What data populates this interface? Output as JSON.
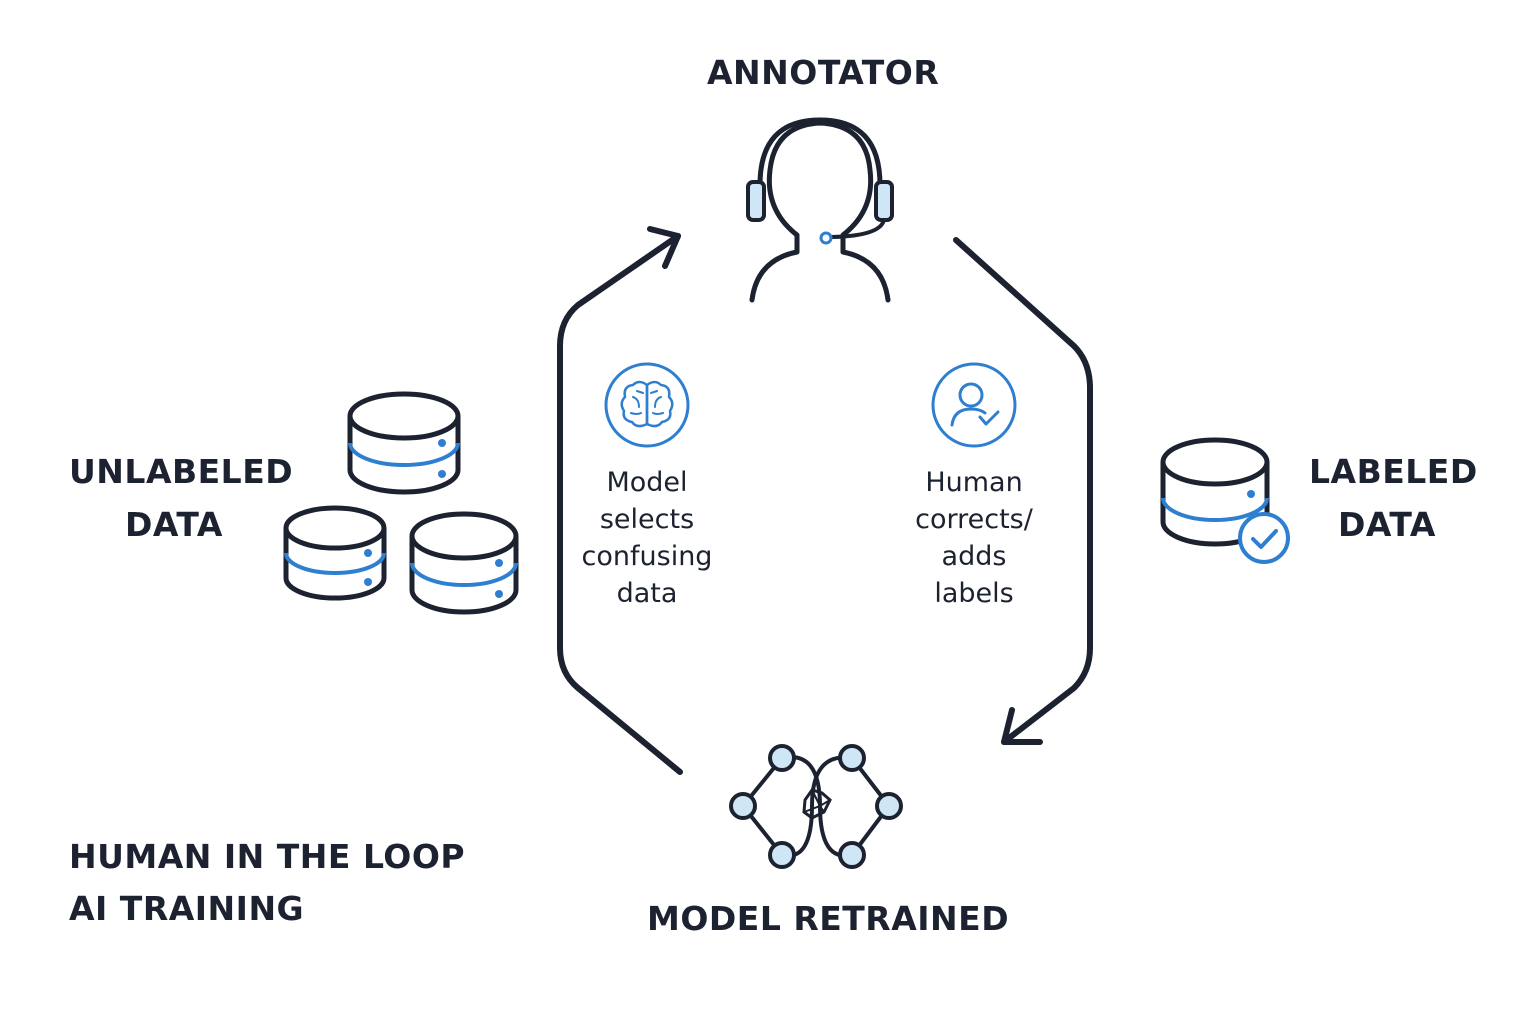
{
  "diagram": {
    "nodes": {
      "annotator": {
        "label": "ANNOTATOR"
      },
      "unlabeled_data": {
        "label_line1": "UNLABELED",
        "label_line2": "DATA"
      },
      "labeled_data": {
        "label_line1": "LABELED",
        "label_line2": "DATA"
      },
      "model_retrained": {
        "label": "MODEL RETRAINED"
      }
    },
    "steps": {
      "model_selects": {
        "lines": [
          "Model",
          "selects",
          "confusing",
          "data"
        ],
        "icon": "brain-icon"
      },
      "human_corrects": {
        "lines": [
          "Human",
          "corrects/",
          "adds",
          "labels"
        ],
        "icon": "user-check-icon"
      }
    },
    "footer_title": {
      "line1": "HUMAN IN THE LOOP",
      "line2": "AI TRAINING"
    }
  },
  "colors": {
    "ink": "#1c2230",
    "accent": "#2f7fd0",
    "accent_light": "#cfe6f7"
  }
}
